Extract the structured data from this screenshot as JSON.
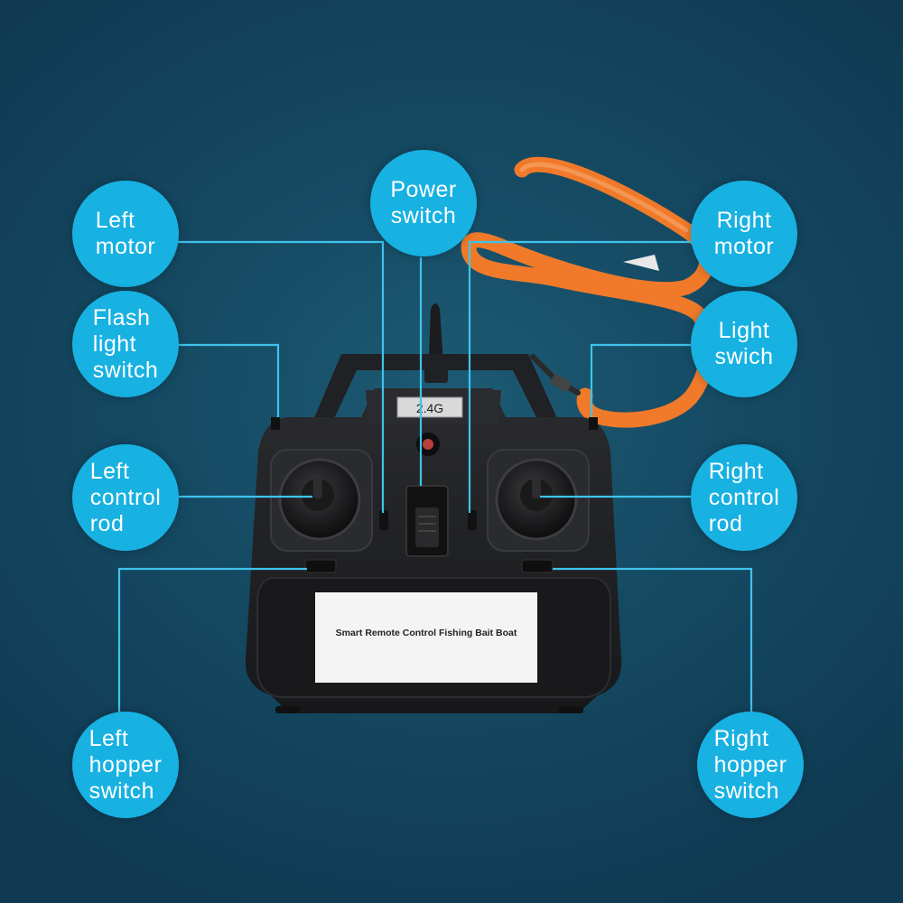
{
  "labels": {
    "left_motor": "Left\nmotor",
    "power_switch": "Power\nswitch",
    "right_motor": "Right\nmotor",
    "flash_light_switch": "Flash\nlight\nswitch",
    "light_switch": "Light\nswich",
    "left_control_rod": "Left\ncontrol\nrod",
    "right_control_rod": "Right\ncontrol\nrod",
    "left_hopper_switch": "Left\nhopper\nswitch",
    "right_hopper_switch": "Right\nhopper\nswitch"
  },
  "device": {
    "band_label": "2.4G",
    "panel_text": "Smart Remote Control Fishing Bait Boat"
  },
  "colors": {
    "bubble": "#17b1e2",
    "leader_line": "#3fc3ec",
    "background": "#154a63",
    "body": "#1e1f21",
    "strap": "#f07a2a"
  }
}
